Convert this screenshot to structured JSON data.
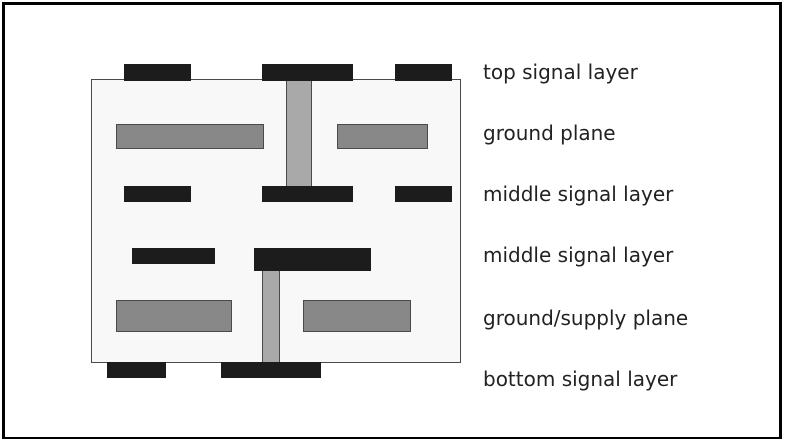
{
  "colors": {
    "signal_trace": "#1c1c1c",
    "plane": "#888888",
    "via": "#a9a9a9",
    "board": "#f8f8f8",
    "frame": "#000000"
  },
  "layers": [
    {
      "label": "top signal layer"
    },
    {
      "label": "ground plane"
    },
    {
      "label": "middle signal layer"
    },
    {
      "label": "middle signal layer"
    },
    {
      "label": "ground/supply plane"
    },
    {
      "label": "bottom signal layer"
    }
  ]
}
